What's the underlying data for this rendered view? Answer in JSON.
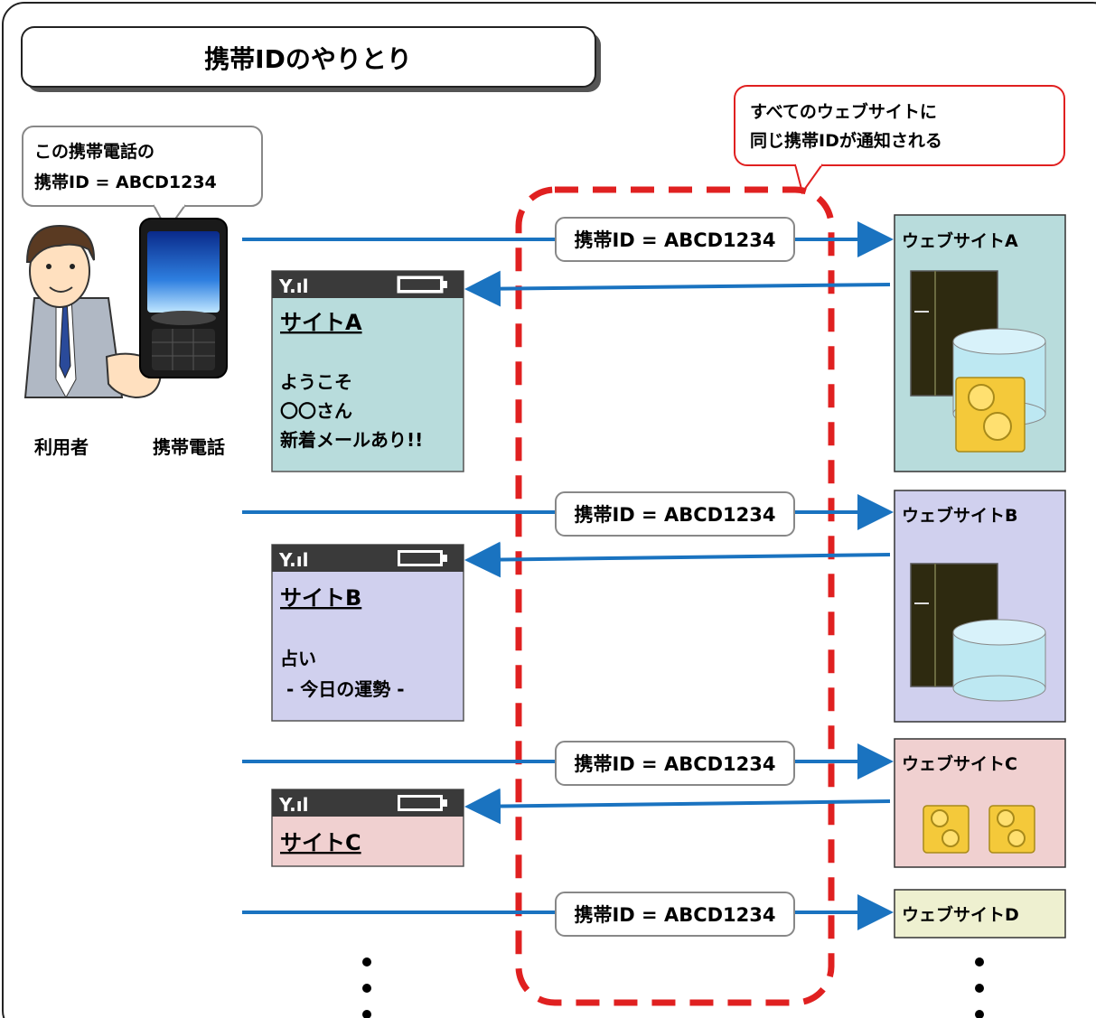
{
  "title": "携帯IDのやりとり",
  "callout": {
    "line1": "すべてのウェブサイトに",
    "line2": "同じ携帯IDが通知される"
  },
  "phone_bubble": {
    "line1": "この携帯電話の",
    "line2": "携帯ID = ABCD1234"
  },
  "user_label": "利用者",
  "phone_label": "携帯電話",
  "id_label": "携帯ID = ABCD1234",
  "screens": [
    {
      "heading": "サイトA",
      "lines": [
        "ようこそ",
        "〇〇さん",
        "新着メールあり!!"
      ],
      "bg": "#b8dcdc"
    },
    {
      "heading": "サイトB",
      "lines": [
        "占い",
        " - 今日の運勢 -"
      ],
      "bg": "#d0d0ee"
    },
    {
      "heading": "サイトC",
      "lines": [],
      "bg": "#f0d0d0"
    }
  ],
  "sites": [
    {
      "label": "ウェブサイトA",
      "bg": "#b8dcdc"
    },
    {
      "label": "ウェブサイトB",
      "bg": "#d0d0ee"
    },
    {
      "label": "ウェブサイトC",
      "bg": "#f0d0d0"
    },
    {
      "label": "ウェブサイトD",
      "bg": "#eef0d0"
    }
  ],
  "colors": {
    "arrow": "#1a73c0",
    "callout": "#e02020",
    "dashed": "#e02020"
  }
}
